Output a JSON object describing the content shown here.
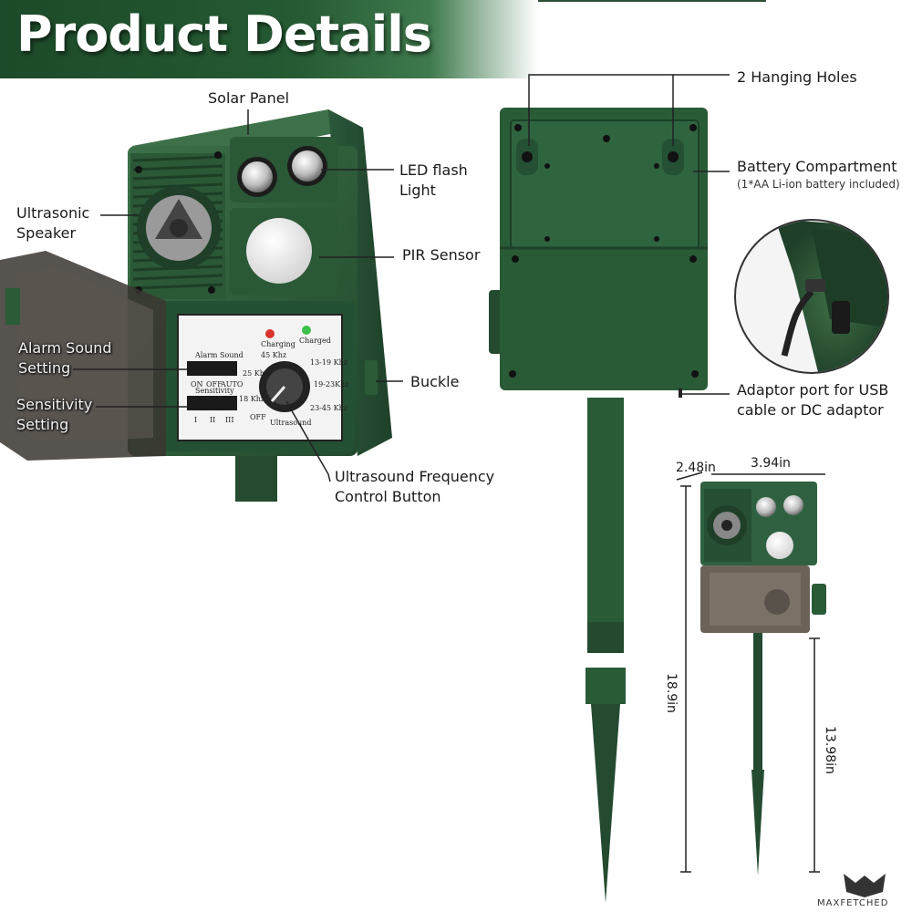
{
  "banner": {
    "title": "Product Details"
  },
  "labels": {
    "solar_panel": "Solar Panel",
    "led_flash": [
      "LED flash",
      "Light"
    ],
    "ultrasonic_speaker": [
      "Ultrasonic",
      "Speaker"
    ],
    "pir_sensor": "PIR Sensor",
    "alarm_sound_setting": [
      "Alarm  Sound",
      "Setting"
    ],
    "sensitivity_setting": [
      "Sensitivity",
      "Setting"
    ],
    "buckle": "Buckle",
    "frequency_button": [
      "Ultrasound Frequency",
      "Control Button"
    ],
    "hanging_holes": "2 Hanging Holes",
    "battery_compartment": "Battery Compartment",
    "battery_note": "(1*AA Li-ion battery included)",
    "adaptor_port": [
      "Adaptor port for USB",
      "cable or DC adaptor"
    ]
  },
  "control_panel": {
    "charging": "Charging",
    "charged": "Charged",
    "alarm_sound": "Alarm Sound",
    "alarm_options": [
      "ON",
      "OFF",
      "AUTO"
    ],
    "sensitivity": "Sensitivity",
    "sensitivity_options": [
      "I",
      "II",
      "III"
    ],
    "dial_labels": [
      "45 Khz",
      "25 Khz",
      "18 Khz",
      "OFF",
      "13-19 Khz",
      "19-23Khz",
      "23-45 Khz"
    ],
    "ultrasound": "Ultrasound"
  },
  "dimensions": {
    "depth": "2.48in",
    "width": "3.94in",
    "total_height": "18.9in",
    "stake_height": "13.98in"
  },
  "brand": {
    "name": "MAXFETCHED"
  },
  "colors": {
    "device_green": "#2f5e3c",
    "banner_green": "#1d4a2a",
    "accent_red": "#d9332b",
    "accent_green": "#3cc04a"
  }
}
